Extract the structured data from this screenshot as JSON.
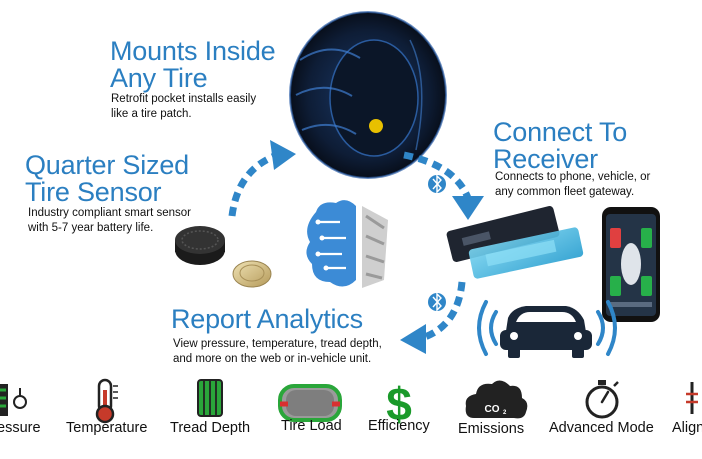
{
  "sections": {
    "mounts": {
      "heading": [
        "Mounts Inside",
        "Any Tire"
      ],
      "desc": [
        "Retrofit pocket installs easily",
        "like a tire patch."
      ]
    },
    "sensor": {
      "heading": [
        "Quarter Sized",
        "Tire Sensor"
      ],
      "desc": [
        "Industry compliant smart sensor",
        "with 5-7 year battery life."
      ]
    },
    "receiver": {
      "heading": [
        "Connect To",
        "Receiver"
      ],
      "desc": [
        "Connects to phone, vehicle, or",
        "any common fleet gateway."
      ]
    },
    "analytics": {
      "heading": "Report Analytics",
      "desc": [
        "View pressure, temperature, tread depth,",
        "and more on the web or in-vehicle unit."
      ]
    }
  },
  "icons": [
    {
      "label": "essure",
      "icon": "pressure-icon"
    },
    {
      "label": "Temperature",
      "icon": "thermometer-icon"
    },
    {
      "label": "Tread Depth",
      "icon": "tread-icon"
    },
    {
      "label": "Tire Load",
      "icon": "tire-load-icon"
    },
    {
      "label": "Efficiency",
      "icon": "dollar-icon"
    },
    {
      "label": "Emissions",
      "icon": "co2-cloud-icon"
    },
    {
      "label": "Advanced Mode",
      "icon": "stopwatch-icon"
    },
    {
      "label": "Align",
      "icon": "alignment-icon"
    }
  ],
  "co2_label": "CO",
  "colors": {
    "accent": "#2b7fc1",
    "arrow": "#2f86c8",
    "efficiency": "#1a9a2a",
    "temperature": "#c63a2a",
    "tread": "#2aa63a"
  }
}
